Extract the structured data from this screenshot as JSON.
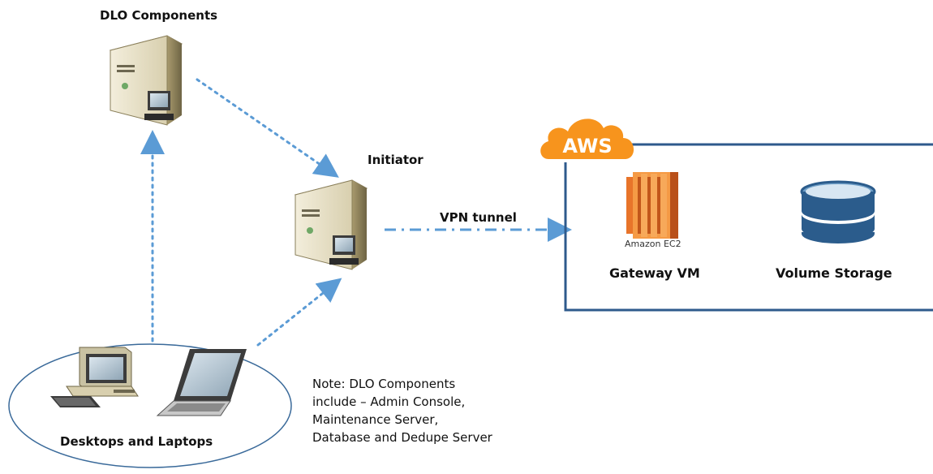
{
  "labels": {
    "dlo_components": "DLO Components",
    "initiator": "Initiator",
    "vpn_tunnel": "VPN tunnel",
    "aws": "AWS",
    "amazon_ec2": "Amazon EC2",
    "gateway_vm": "Gateway VM",
    "volume_storage": "Volume Storage",
    "desktops_laptops": "Desktops and Laptops"
  },
  "note": {
    "line1": "Note: DLO Components",
    "line2": "include – Admin Console,",
    "line3": "Maintenance Server,",
    "line4": "Database and Dedupe Server"
  },
  "colors": {
    "arrow": "#5b9bd5",
    "aws_orange": "#f7941d",
    "aws_border": "#2e5a8c",
    "ec2_orange": "#e8742a",
    "storage_blue": "#2b5c8c"
  }
}
